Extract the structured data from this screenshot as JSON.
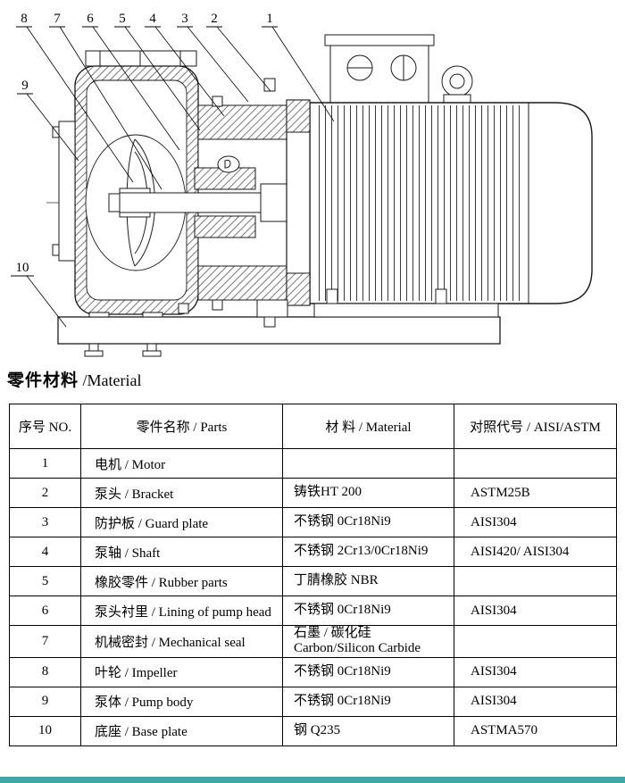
{
  "accent_color": "#3fa8a5",
  "section": {
    "title_zh": "零件材料",
    "title_en": " /Material"
  },
  "figure": {
    "description_name": "centrifugal-pump-cross-section-with-motor"
  },
  "callouts": [
    {
      "label": "1"
    },
    {
      "label": "2"
    },
    {
      "label": "3"
    },
    {
      "label": "4"
    },
    {
      "label": "5"
    },
    {
      "label": "6"
    },
    {
      "label": "7"
    },
    {
      "label": "8"
    },
    {
      "label": "9"
    },
    {
      "label": "10"
    }
  ],
  "table": {
    "headers": [
      "序号 NO.",
      "零件名称 / Parts",
      "材  料 / Material",
      "对照代号 / AISI/ASTM"
    ],
    "rows": [
      {
        "no": "1",
        "part": "电机 / Motor",
        "material": "",
        "code": ""
      },
      {
        "no": "2",
        "part": "泵头 / Bracket",
        "material": "铸铁HT 200",
        "code": "ASTM25B"
      },
      {
        "no": "3",
        "part": "防护板 / Guard plate",
        "material": "不锈钢 0Cr18Ni9",
        "code": "AISI304"
      },
      {
        "no": "4",
        "part": "泵轴 / Shaft",
        "material": "不锈钢 2Cr13/0Cr18Ni9",
        "code": "AISI420/ AISI304"
      },
      {
        "no": "5",
        "part": "橡胶零件 / Rubber parts",
        "material": "丁腈橡胶 NBR",
        "code": ""
      },
      {
        "no": "6",
        "part": "泵头衬里 / Lining of pump head",
        "material": "不锈钢 0Cr18Ni9",
        "code": "AISI304"
      },
      {
        "no": "7",
        "part": "机械密封 / Mechanical seal",
        "material": "石墨 / 碳化硅\nCarbon/Silicon Carbide",
        "code": ""
      },
      {
        "no": "8",
        "part": "叶轮 / Impeller",
        "material": "不锈钢 0Cr18Ni9",
        "code": "AISI304"
      },
      {
        "no": "9",
        "part": "泵体 / Pump body",
        "material": "不锈钢 0Cr18Ni9",
        "code": "AISI304"
      },
      {
        "no": "10",
        "part": "底座 / Base plate",
        "material": "钢 Q235",
        "code": "ASTMA570"
      }
    ]
  }
}
